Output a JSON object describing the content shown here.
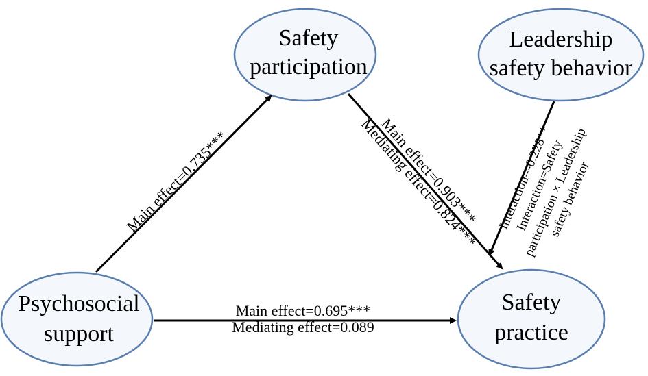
{
  "nodes": {
    "participation": {
      "line1": "Safety",
      "line2": "participation"
    },
    "leadership": {
      "line1": "Leadership",
      "line2": "safety behavior"
    },
    "psychosocial": {
      "line1": "Psychosocial",
      "line2": "support"
    },
    "practice": {
      "line1": "Safety",
      "line2": "practice"
    }
  },
  "edges": {
    "support_to_participation": {
      "label": "Main effect=0.735***"
    },
    "support_to_practice": {
      "label1": "Main effect=0.695***",
      "label2": "Mediating effect=0.089"
    },
    "participation_to_practice": {
      "label1": "Main effect=0.903***",
      "label2": "Mediating effect=0.824***"
    },
    "leadership_to_practice": {
      "label1": "Interaction=-0.228**",
      "label2": "Interaction=Safety",
      "label3": "participation × Leadership",
      "label4": "safety behavior"
    }
  },
  "colors": {
    "node_fill": "#f4f7fb",
    "node_stroke": "#5a7fae",
    "arrow": "#000000"
  }
}
